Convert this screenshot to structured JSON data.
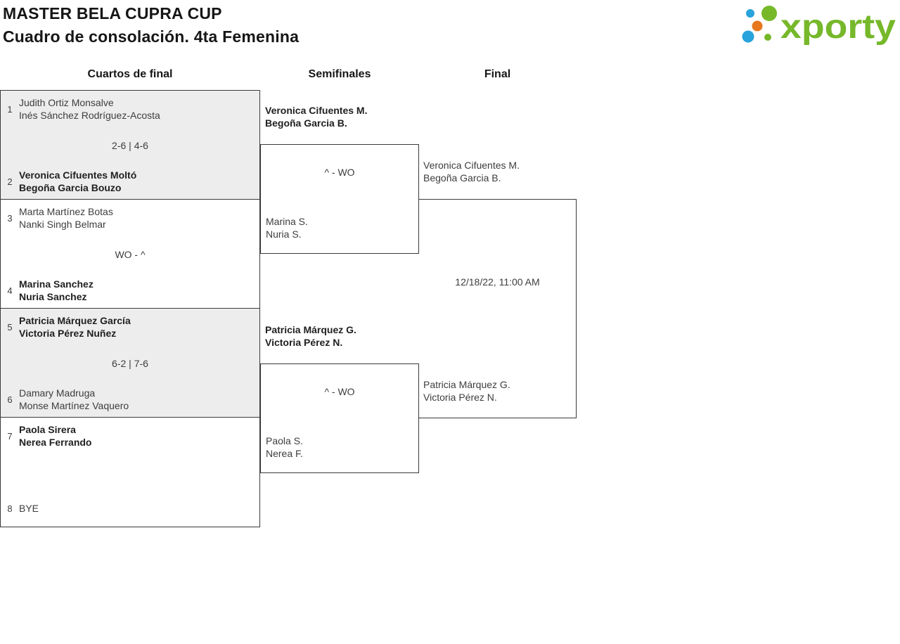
{
  "header": {
    "title": "MASTER BELA CUPRA CUP",
    "subtitle": "Cuadro de consolación. 4ta Femenina",
    "logo_text": "xporty"
  },
  "colors": {
    "logo_green": "#76b82a",
    "logo_blue": "#29a3dc",
    "logo_orange": "#e8781e",
    "match_gray": "#ededed",
    "line": "#3a3a3a"
  },
  "round_headers": {
    "quarterfinals": "Cuartos de final",
    "semifinals": "Semifinales",
    "final": "Final"
  },
  "quarterfinals": [
    {
      "top_seed": "1",
      "top": {
        "players": [
          "Judith Ortiz Monsalve",
          "Inés Sánchez Rodríguez-Acosta"
        ],
        "winner": false
      },
      "score": "2-6 | 4-6",
      "bottom_seed": "2",
      "bottom": {
        "players": [
          "Veronica Cifuentes Moltó",
          "Begoña Garcia Bouzo"
        ],
        "winner": true
      }
    },
    {
      "top_seed": "3",
      "top": {
        "players": [
          "Marta Martínez Botas",
          "Nanki Singh Belmar"
        ],
        "winner": false
      },
      "score": "WO - ^",
      "bottom_seed": "4",
      "bottom": {
        "players": [
          "Marina Sanchez",
          "Nuria Sanchez"
        ],
        "winner": true
      }
    },
    {
      "top_seed": "5",
      "top": {
        "players": [
          "Patricia Márquez García",
          "Victoria Pérez Nuñez"
        ],
        "winner": true
      },
      "score": "6-2 | 7-6",
      "bottom_seed": "6",
      "bottom": {
        "players": [
          "Damary Madruga",
          "Monse Martínez Vaquero"
        ],
        "winner": false
      }
    },
    {
      "top_seed": "7",
      "top": {
        "players": [
          "Paola Sirera",
          "Nerea Ferrando"
        ],
        "winner": true
      },
      "score": "",
      "bottom_seed": "8",
      "bottom": {
        "players": [
          "BYE"
        ],
        "winner": false
      }
    }
  ],
  "semifinals": [
    {
      "winner_label": [
        "Veronica Cifuentes M.",
        "Begoña Garcia B."
      ],
      "score": "^ - WO",
      "opponent": [
        "Marina S.",
        "Nuria S."
      ]
    },
    {
      "winner_label": [
        "Patricia Márquez G.",
        "Victoria Pérez N."
      ],
      "score": "^ - WO",
      "opponent": [
        "Paola S.",
        "Nerea F."
      ]
    }
  ],
  "final": {
    "top_team": [
      "Veronica Cifuentes M.",
      "Begoña Garcia B."
    ],
    "bottom_team": [
      "Patricia Márquez G.",
      "Victoria Pérez N."
    ],
    "datetime": "12/18/22, 11:00 AM"
  }
}
